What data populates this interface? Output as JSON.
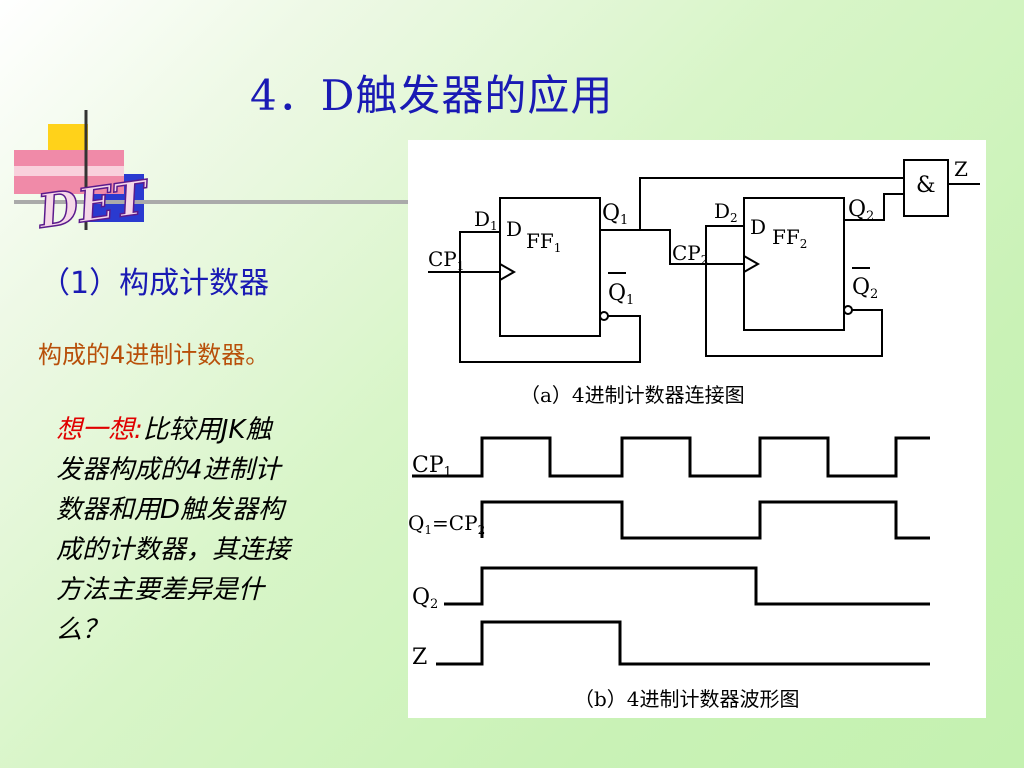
{
  "slide": {
    "title": "4．D触发器的应用",
    "logo_text": "DET",
    "subtitle": "（1）构成计数器",
    "description": "构成的4进制计数器。",
    "think_label": "想一想:",
    "think_text": "比较用JK触发器构成的4进制计数器和用D触发器构成的计数器，其连接方法主要差异是什么？"
  },
  "circuit": {
    "caption": "（a）4进制计数器连接图",
    "gate_symbol": "&",
    "output_label": "Z",
    "ff1": {
      "name": "FF",
      "sub": "1",
      "d": "D",
      "d_in": "D",
      "d_in_sub": "1",
      "cp": "CP",
      "cp_sub": "1",
      "q": "Q",
      "q_sub": "1",
      "qbar": "Q",
      "qbar_sub": "1"
    },
    "ff2": {
      "name": "FF",
      "sub": "2",
      "d": "D",
      "d_in": "D",
      "d_in_sub": "2",
      "cp": "CP",
      "cp_sub": "2",
      "q": "Q",
      "q_sub": "2",
      "qbar": "Q",
      "qbar_sub": "2"
    }
  },
  "waveform": {
    "caption": "（b）4进制计数器波形图",
    "signals": [
      {
        "label": "CP",
        "sub": "1"
      },
      {
        "label": "Q",
        "sub": "1",
        "suffix": "=CP",
        "suffix_sub": "2"
      },
      {
        "label": "Q",
        "sub": "2"
      },
      {
        "label": "Z",
        "sub": ""
      }
    ]
  },
  "colors": {
    "title": "#1a1ab4",
    "description": "#b8500a",
    "think_label": "#e00000"
  }
}
